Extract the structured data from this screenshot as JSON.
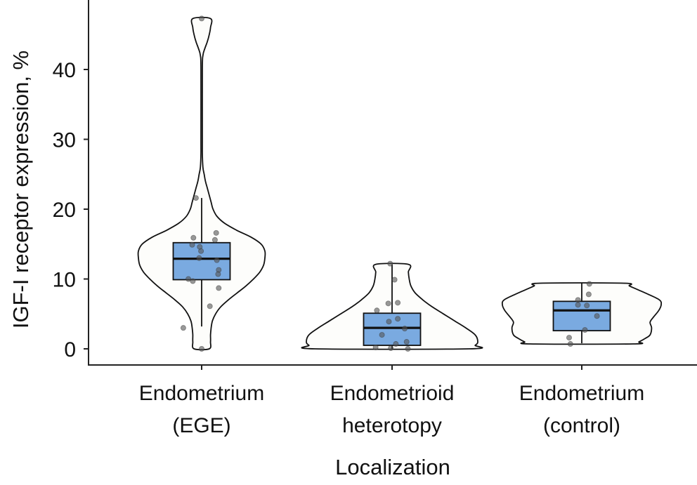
{
  "chart_data": {
    "type": "violin",
    "title": "",
    "xlabel": "Localization",
    "ylabel": "IGF-I receptor expression, %",
    "ylim": [
      -2.3,
      50
    ],
    "yticks": [
      0,
      10,
      20,
      30,
      40
    ],
    "grid": false,
    "legend": "none",
    "colors": {
      "box_fill": "#7aaae0",
      "violin_fill": "#fdfdfb",
      "outline": "#111111",
      "point": "#555555"
    },
    "categories": [
      {
        "label_line1": "Endometrium",
        "label_line2": "(EGE)"
      },
      {
        "label_line1": "Endometrioid",
        "label_line2": "heterotopy"
      },
      {
        "label_line1": "Endometrium",
        "label_line2": "(control)"
      }
    ],
    "groups": [
      {
        "name": "Endometrium (EGE)",
        "box": {
          "whisker_low": 3.2,
          "q1": 9.9,
          "median": 12.9,
          "q3": 15.2,
          "whisker_high": 21.6
        },
        "violin": [
          [
            0,
            0.12
          ],
          [
            1,
            0.14
          ],
          [
            2,
            0.14
          ],
          [
            3,
            0.15
          ],
          [
            4,
            0.17
          ],
          [
            5,
            0.22
          ],
          [
            6,
            0.3
          ],
          [
            7,
            0.42
          ],
          [
            8,
            0.56
          ],
          [
            9,
            0.7
          ],
          [
            10,
            0.82
          ],
          [
            11,
            0.92
          ],
          [
            12,
            0.98
          ],
          [
            13,
            1.0
          ],
          [
            14,
            1.0
          ],
          [
            15,
            0.94
          ],
          [
            16,
            0.78
          ],
          [
            17,
            0.55
          ],
          [
            18,
            0.36
          ],
          [
            19,
            0.24
          ],
          [
            20,
            0.18
          ],
          [
            21,
            0.15
          ],
          [
            22,
            0.12
          ],
          [
            23,
            0.09
          ],
          [
            24,
            0.06
          ],
          [
            25,
            0.04
          ],
          [
            26,
            0.02
          ],
          [
            28,
            0.005
          ],
          [
            30,
            0.003
          ],
          [
            40,
            0.003
          ],
          [
            42,
            0.02
          ],
          [
            43,
            0.05
          ],
          [
            44,
            0.09
          ],
          [
            45,
            0.12
          ],
          [
            46,
            0.14
          ],
          [
            47.3,
            0.14
          ]
        ],
        "points": [
          47.3,
          21.6,
          16.6,
          15.9,
          15.6,
          14.9,
          14.6,
          14.0,
          13.0,
          12.7,
          11.3,
          10.7,
          10.0,
          9.7,
          8.7,
          6.1,
          3.0,
          0
        ],
        "jitter": [
          0,
          -0.09,
          0.23,
          -0.13,
          0.21,
          -0.15,
          -0.03,
          -0.01,
          -0.04,
          0.24,
          0.27,
          0.26,
          -0.21,
          -0.14,
          0.27,
          0.13,
          -0.29,
          0
        ]
      },
      {
        "name": "Endometrioid heterotopy",
        "box": {
          "whisker_low": 0,
          "q1": 0.5,
          "median": 3.0,
          "q3": 5.1,
          "whisker_high": 12.1
        },
        "violin": [
          [
            0,
            0.9
          ],
          [
            0.5,
            0.97
          ],
          [
            1,
            1.0
          ],
          [
            2,
            0.97
          ],
          [
            3,
            0.86
          ],
          [
            4,
            0.73
          ],
          [
            5,
            0.6
          ],
          [
            6,
            0.47
          ],
          [
            7,
            0.36
          ],
          [
            8,
            0.27
          ],
          [
            9,
            0.22
          ],
          [
            10,
            0.2
          ],
          [
            11,
            0.19
          ],
          [
            12.1,
            0.19
          ]
        ],
        "points": [
          12.2,
          9.9,
          6.6,
          6.5,
          5.5,
          4.3,
          3.9,
          2.9,
          2.0,
          1.0,
          0.7,
          0.2,
          0.1,
          0
        ],
        "jitter": [
          -0.03,
          0.04,
          0.09,
          -0.06,
          -0.24,
          0.09,
          -0.05,
          0.2,
          -0.16,
          0.23,
          0.06,
          -0.26,
          -0.02,
          0.25
        ]
      },
      {
        "name": "Endometrium (control)",
        "box": {
          "whisker_low": 0.8,
          "q1": 2.6,
          "median": 5.5,
          "q3": 6.8,
          "whisker_high": 9.4
        },
        "violin": [
          [
            0.7,
            0.65
          ],
          [
            1,
            0.72
          ],
          [
            1.5,
            0.8
          ],
          [
            2,
            0.86
          ],
          [
            3,
            0.88
          ],
          [
            3.8,
            0.86
          ],
          [
            4.5,
            0.9
          ],
          [
            5.5,
            0.97
          ],
          [
            6.3,
            1.0
          ],
          [
            7,
            0.98
          ],
          [
            7.8,
            0.84
          ],
          [
            8.5,
            0.7
          ],
          [
            9.0,
            0.6
          ],
          [
            9.4,
            0.53
          ]
        ],
        "points": [
          9.3,
          7.8,
          7.0,
          6.3,
          6.2,
          4.7,
          2.7,
          1.6,
          0.7
        ],
        "jitter": [
          0.12,
          0.11,
          -0.06,
          -0.06,
          0.08,
          0.24,
          0.05,
          -0.2,
          -0.18
        ]
      }
    ]
  }
}
